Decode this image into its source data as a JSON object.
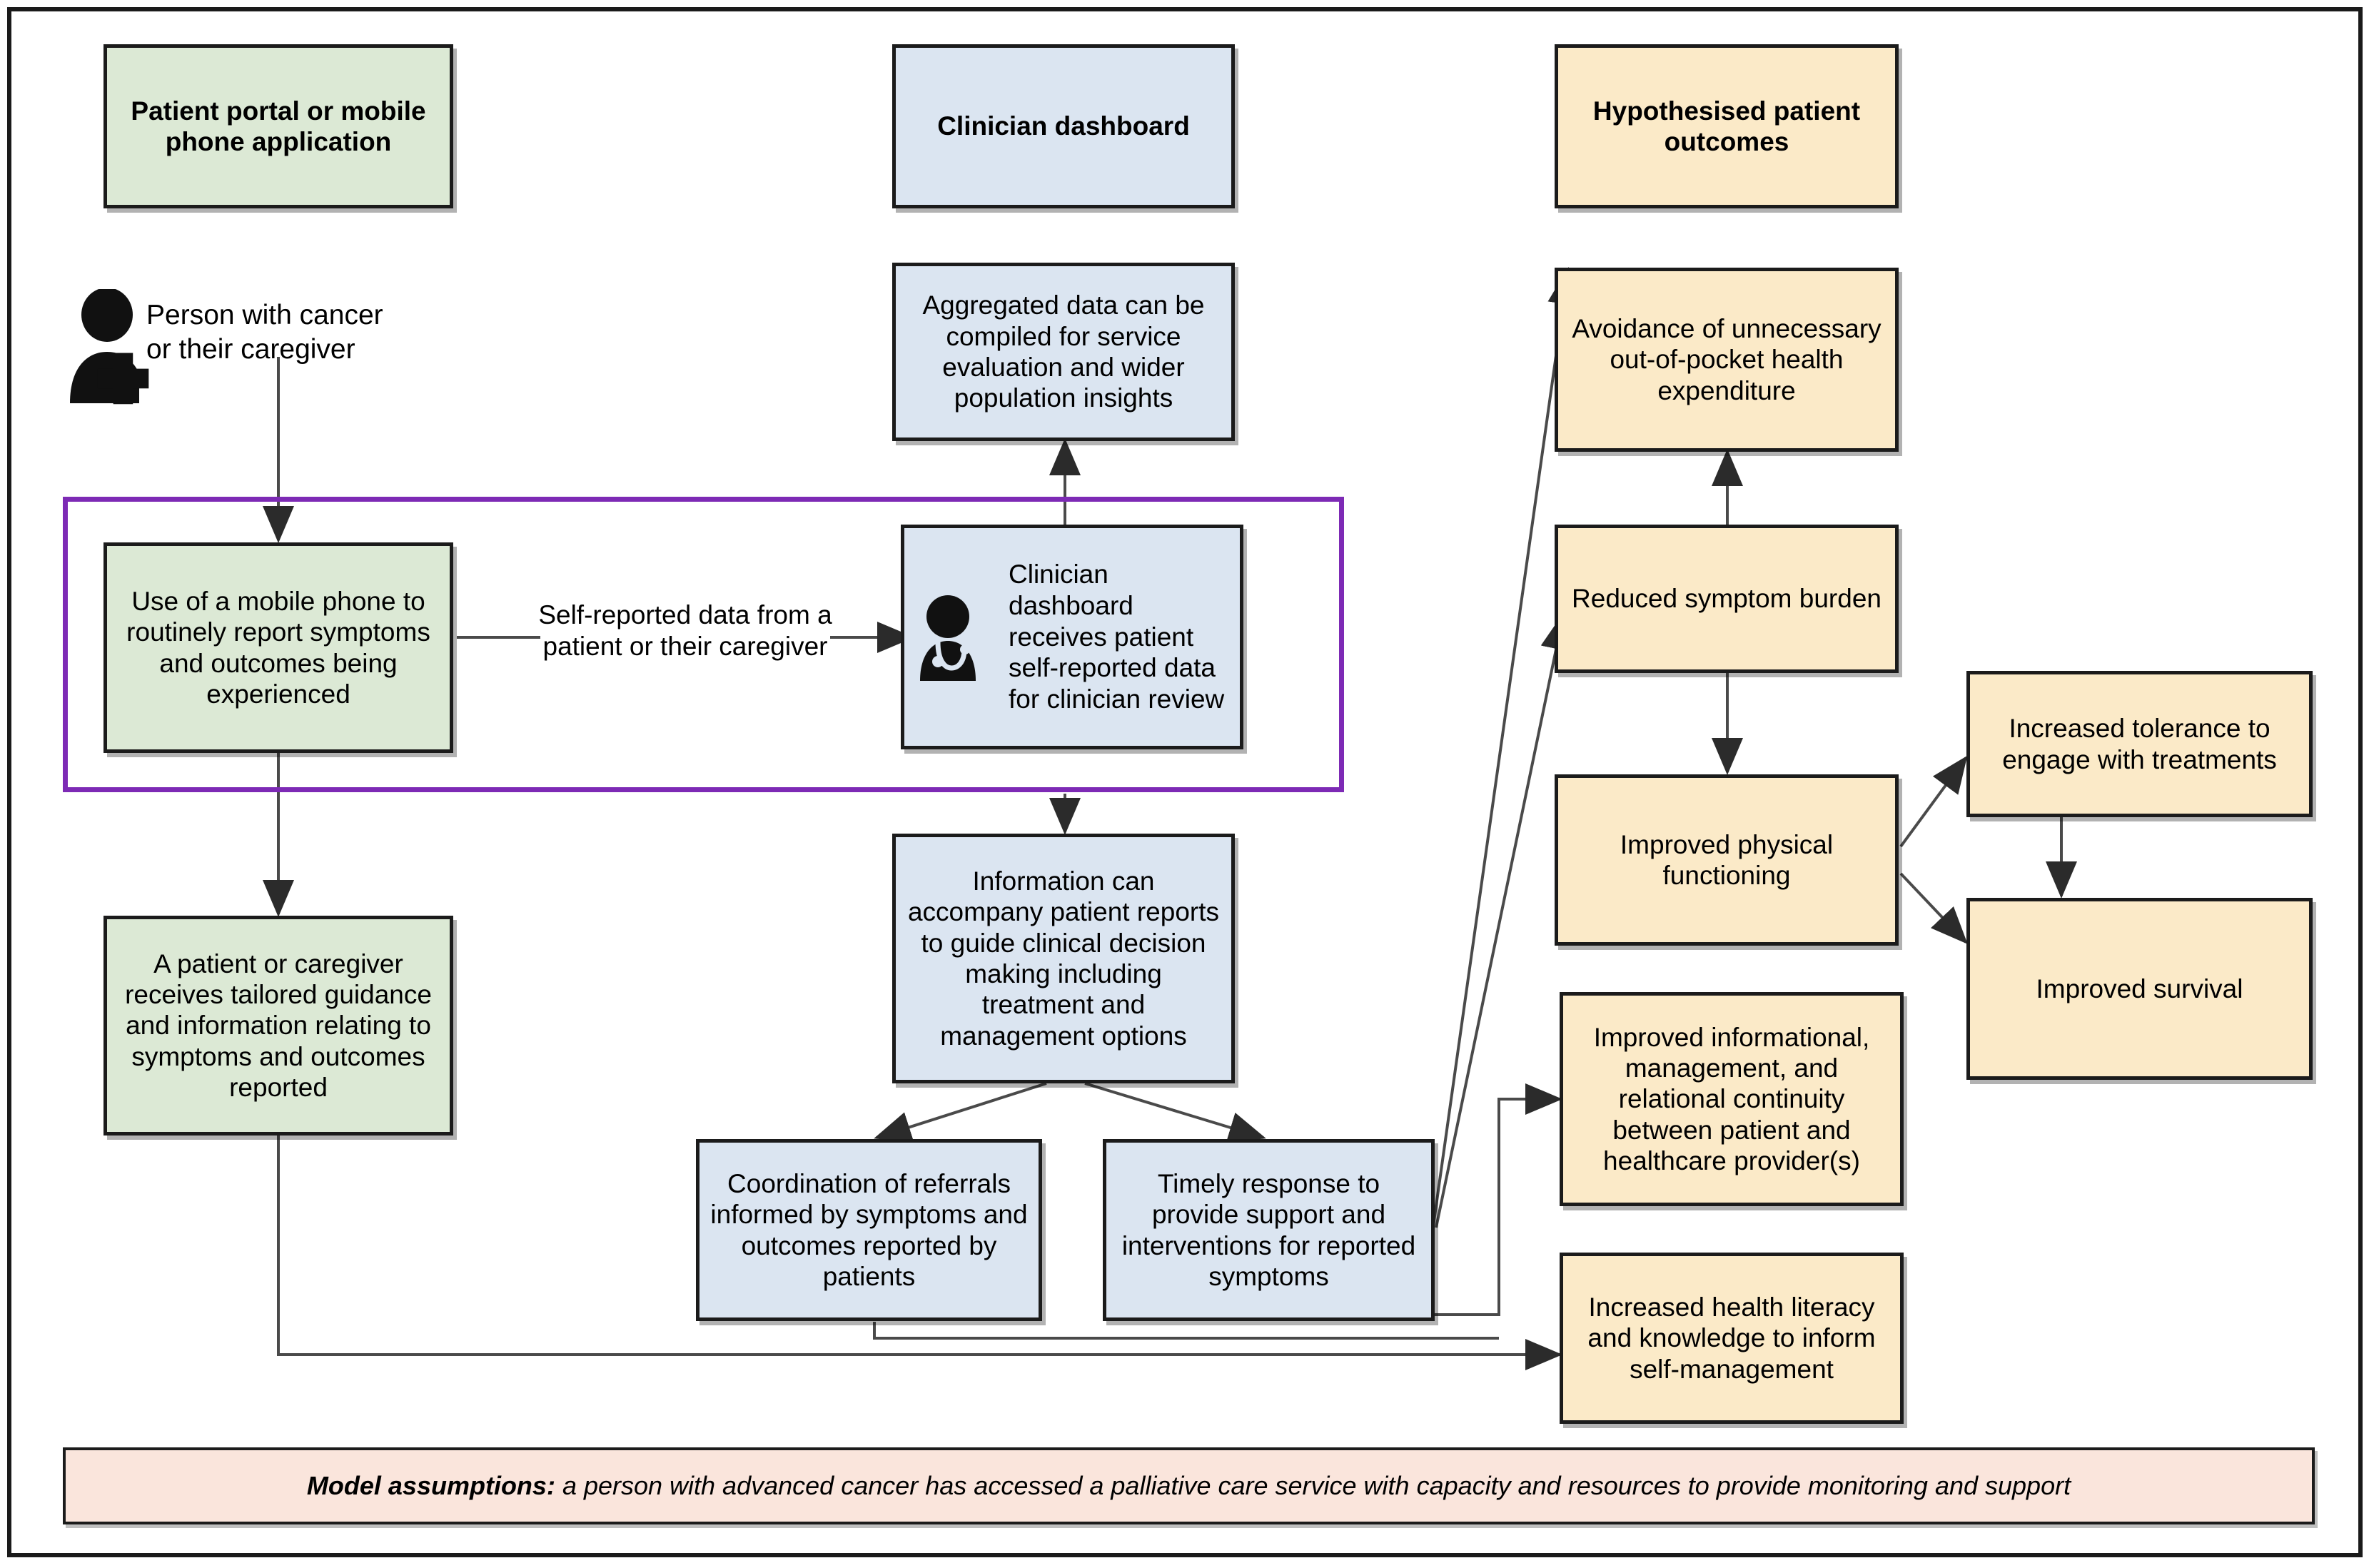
{
  "columns": {
    "patient_header": "Patient portal or mobile phone application",
    "clinician_header": "Clinician dashboard",
    "outcomes_header": "Hypothesised patient outcomes"
  },
  "actors": {
    "person_label_line1": "Person with cancer",
    "person_label_line2": "or their caregiver",
    "person_icon": "person-with-plus-icon",
    "clinician_icon": "doctor-with-stethoscope-icon"
  },
  "nodes": {
    "mobile_use": "Use of a mobile phone to routinely report symptoms and outcomes being experienced",
    "tailored_guidance": "A patient or caregiver receives tailored guidance and information relating to symptoms and outcomes reported",
    "aggregated_data": "Aggregated data can be compiled for service evaluation and wider population insights",
    "clinician_receives": "Clinician dashboard receives patient self-reported data for clinician review",
    "information_accompany": "Information can accompany patient reports to guide clinical decision making including treatment and management options",
    "coordination_referrals": "Coordination of referrals informed by symptoms and outcomes reported by patients",
    "timely_response": "Timely response to provide support and interventions for reported symptoms",
    "avoidance_expenditure": "Avoidance of unnecessary out-of-pocket health expenditure",
    "reduced_symptom": "Reduced symptom burden",
    "improved_physical": "Improved physical functioning",
    "increased_tolerance": "Increased tolerance to engage with treatments",
    "improved_survival": "Improved survival",
    "improved_continuity": "Improved informational, management, and relational continuity between patient and healthcare provider(s)",
    "increased_literacy": "Increased health literacy and knowledge to inform self-management"
  },
  "edges": {
    "self_reported_line1": "Self-reported data from a",
    "self_reported_line2": "patient or their caregiver"
  },
  "footer": {
    "prefix": "Model assumptions:",
    "text": " a person with advanced cancer has accessed a palliative care service with capacity and resources to provide monitoring and support"
  },
  "colors": {
    "green_fill": "#dce9d5",
    "blue_fill": "#dbe5f1",
    "orange_fill": "#fbeac8",
    "footer_fill": "#fae5dc",
    "highlight_border": "#7d2ab5",
    "node_border": "#1b1b1b"
  }
}
